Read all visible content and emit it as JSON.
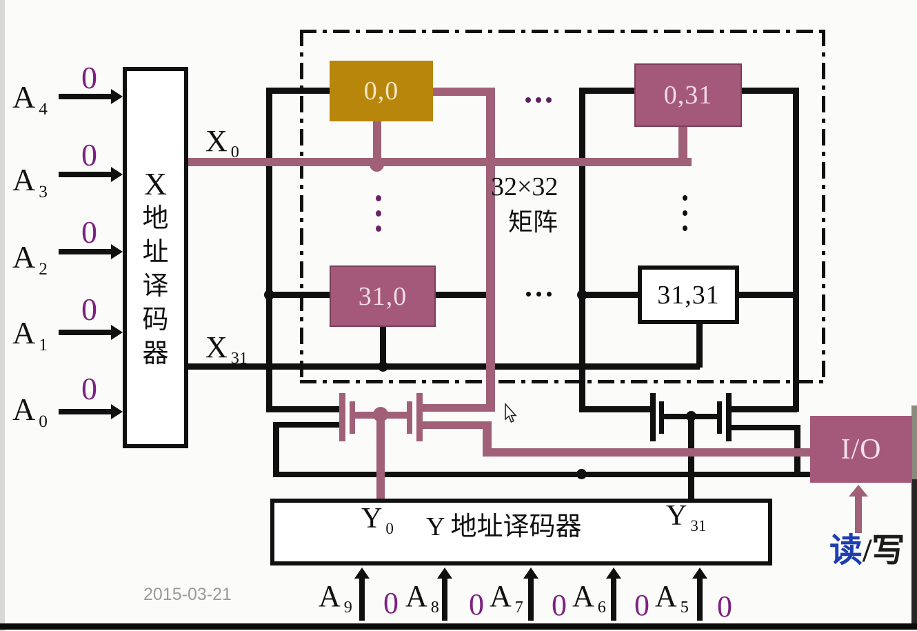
{
  "diagram": {
    "date": "2015-03-21",
    "x_decoder": {
      "chars": [
        "X",
        "地",
        "址",
        "译",
        "码",
        "器"
      ]
    },
    "y_decoder": {
      "label": "Y 地址译码器",
      "left_output": {
        "base": "Y",
        "sub": "0"
      },
      "right_output": {
        "base": "Y",
        "sub": "31"
      }
    },
    "left_inputs": [
      {
        "base": "A",
        "sub": "4",
        "value": "0"
      },
      {
        "base": "A",
        "sub": "3",
        "value": "0"
      },
      {
        "base": "A",
        "sub": "2",
        "value": "0"
      },
      {
        "base": "A",
        "sub": "1",
        "value": "0"
      },
      {
        "base": "A",
        "sub": "0",
        "value": "0"
      }
    ],
    "bottom_inputs": [
      {
        "base": "A",
        "sub": "9",
        "value": "0"
      },
      {
        "base": "A",
        "sub": "8",
        "value": "0"
      },
      {
        "base": "A",
        "sub": "7",
        "value": "0"
      },
      {
        "base": "A",
        "sub": "6",
        "value": "0"
      },
      {
        "base": "A",
        "sub": "5",
        "value": "0"
      }
    ],
    "row_labels": [
      {
        "base": "X",
        "sub": "0"
      },
      {
        "base": "X",
        "sub": "31"
      }
    ],
    "matrix": {
      "size_label": "32×32",
      "name_label": "矩阵",
      "cells": [
        {
          "id": "0,0"
        },
        {
          "id": "0,31"
        },
        {
          "id": "31,0"
        },
        {
          "id": "31,31"
        }
      ]
    },
    "io": {
      "label": "I/O"
    },
    "read_write": {
      "read": "读",
      "rest": "/写"
    },
    "colors": {
      "highlight_wire": "#a06078",
      "selected_cell": "#b8860b",
      "purple_cell": "#a5597a",
      "zero_value": "#7c2181",
      "read_blue": "#1d3fae"
    }
  }
}
